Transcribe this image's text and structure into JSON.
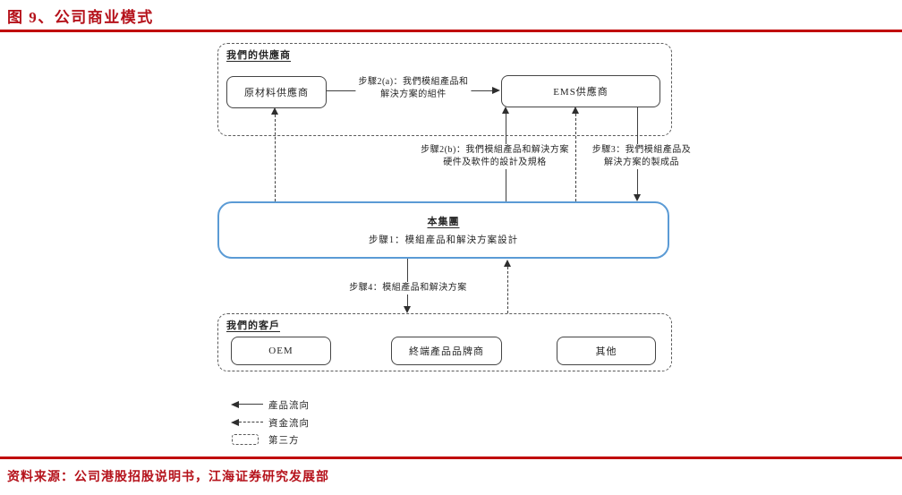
{
  "title": "图 9、公司商业模式",
  "source": "资料来源：公司港股招股说明书，江海证券研究发展部",
  "colors": {
    "accent_red": "#c00000",
    "group_blue": "#5b9bd5",
    "stroke": "#3f3f3f"
  },
  "diagram": {
    "suppliers": {
      "label": "我們的供應商",
      "raw_material": "原材料供應商",
      "ems": "EMS供應商"
    },
    "group": {
      "label": "本集團",
      "step1": "步驟1：模組產品和解決方案設計"
    },
    "customers": {
      "label": "我們的客戶",
      "oem": "OEM",
      "brand": "終端產品品牌商",
      "other": "其他"
    },
    "flows": {
      "step2a_line1": "步驟2(a)：我們模組產品和",
      "step2a_line2": "解決方案的組件",
      "step2b_line1": "步驟2(b)：我們模組產品和解決方案",
      "step2b_line2": "硬件及軟件的設計及規格",
      "step3_line1": "步驟3：我們模組產品及",
      "step3_line2": "解決方案的製成品",
      "step4": "步驟4：模組產品和解決方案"
    },
    "legend": {
      "product_flow": "產品流向",
      "fund_flow": "資金流向",
      "third_party": "第三方"
    }
  }
}
